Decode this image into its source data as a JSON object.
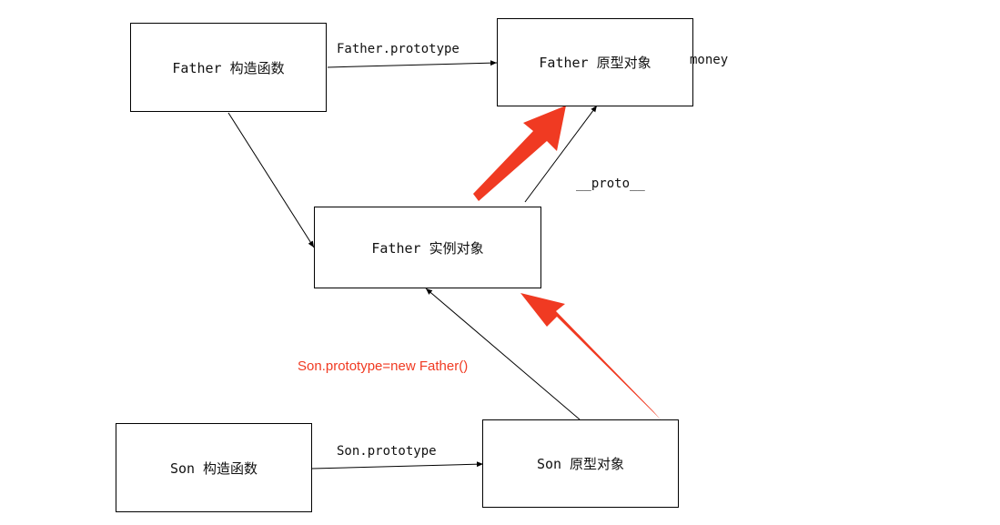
{
  "nodes": {
    "father_constructor": "Father 构造函数",
    "father_prototype": "Father 原型对象",
    "father_instance": "Father 实例对象",
    "son_constructor": "Son 构造函数",
    "son_prototype": "Son 原型对象"
  },
  "labels": {
    "father_prototype_edge": "Father.prototype",
    "money": "money",
    "proto": "__proto__",
    "son_prototype_edge": "Son.prototype",
    "son_assignment": "Son.prototype=new Father()"
  },
  "colors": {
    "highlight": "#f03a22",
    "line": "#000000"
  }
}
